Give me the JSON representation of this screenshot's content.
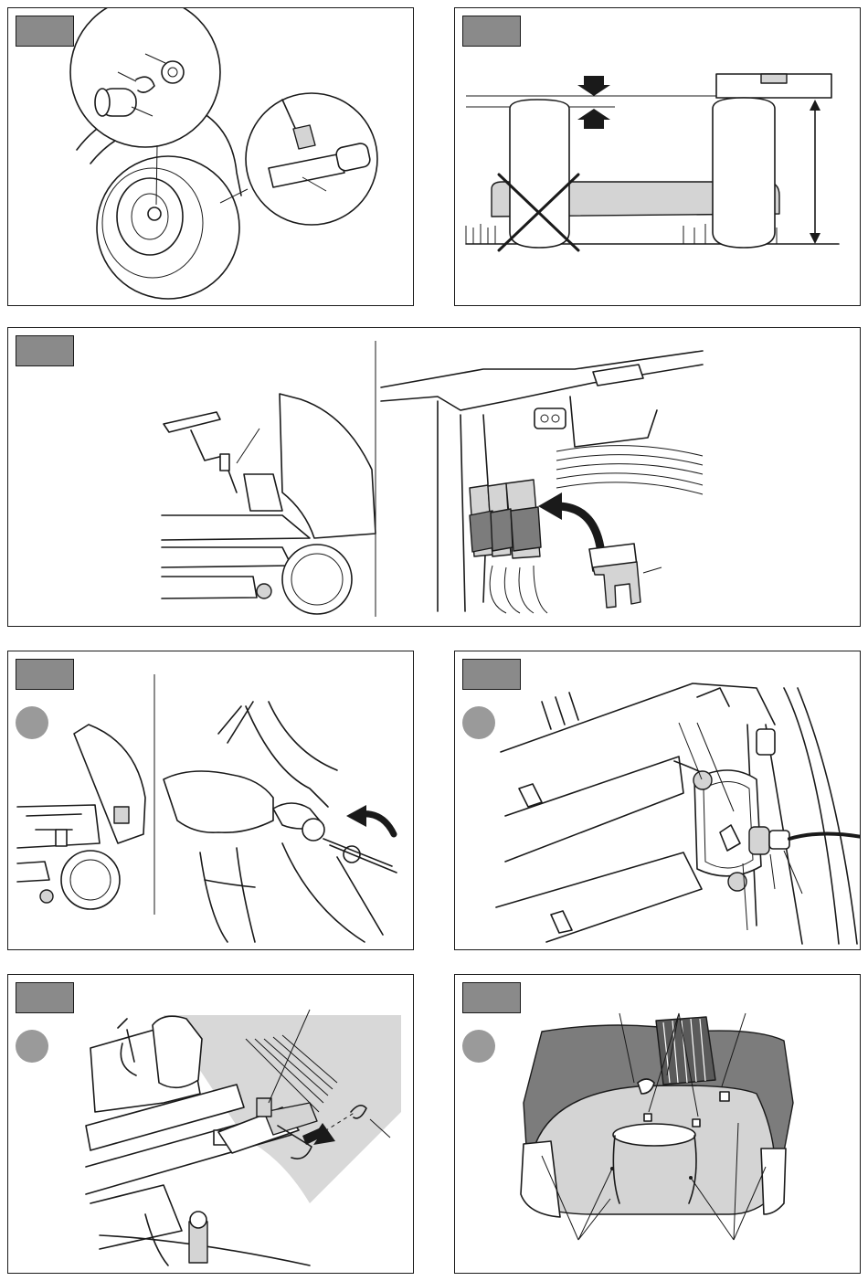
{
  "page": {
    "panels": [
      {
        "id": "wheel-lubrication",
        "illustration": "rear-wheel-axle-grease"
      },
      {
        "id": "tyre-pressure-level",
        "illustration": "deck-level-tyres"
      },
      {
        "id": "fuse-replacement",
        "illustration": "blade-fuse-holder"
      },
      {
        "id": "battery-disconnect",
        "illustration": "pliers-battery-terminal"
      },
      {
        "id": "headlight-bulb",
        "illustration": "headlamp-bulb-removal"
      },
      {
        "id": "cutting-deck-removal",
        "illustration": "deck-lever-pin"
      },
      {
        "id": "grass-collector-filter",
        "illustration": "collector-clips"
      }
    ]
  },
  "colors": {
    "line": "#1a1a1a",
    "tag_fill": "#8a8a8a",
    "step_fill": "#9a9a9a",
    "shade_light": "#d4d4d4",
    "shade_dark": "#7c7c7c"
  },
  "icons": [
    "arrow-down-icon",
    "arrow-up-icon",
    "cross-mark-icon",
    "curved-arrow-icon",
    "pull-arrow-icon"
  ]
}
